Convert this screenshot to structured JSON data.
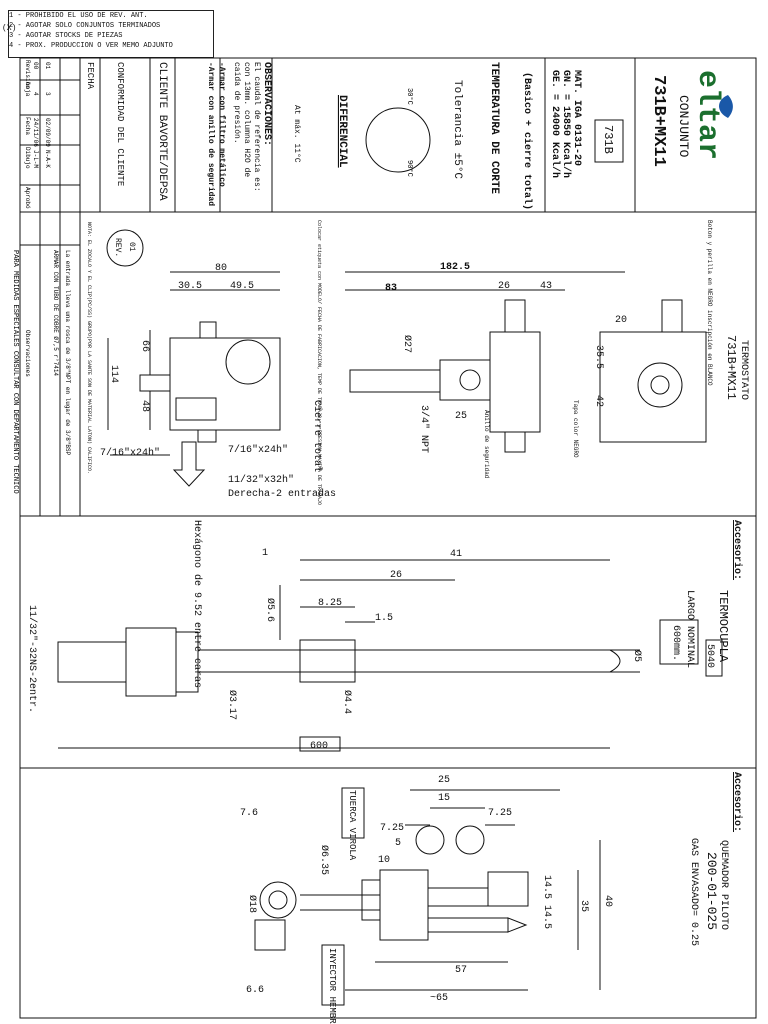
{
  "legend": {
    "marker": "(X)",
    "items": [
      "1 - PROHIBIDO EL USO DE REV. ANT.",
      "2 - AGOTAR SOLO CONJUNTOS TERMINADOS",
      "3 - AGOTAR STOCKS DE PIEZAS",
      "4 - PROX. PRODUCCION O VER MEMO ADJUNTO"
    ]
  },
  "title_block": {
    "logo": "eltar",
    "conjunto_label": "CONJUNTO",
    "model": "731B+MX11",
    "code_box": "731B",
    "mat_lines": [
      "MAT. IGA 0131-20",
      "GN. = 15850 Kcal/h",
      "GE. = 24000 Kcal/h"
    ],
    "basico": "(Basico + cierre total)",
    "temp_title": "TEMPERATURA DE CORTE",
    "tolerancia": "Tolerancia ±5°C",
    "dial_left": "30°C",
    "dial_right": "90°C",
    "diferencial": "DIFERENCIAL",
    "max_diff": "At máx. 11°C",
    "obs_title": "OBSERVACIONES:",
    "obs_lines": [
      "El caudal de referencia es:",
      "con 13mm. columna H2O de",
      "caida de presión.",
      "-Armar con filtro metálico",
      "-Armar con anillo de seguridad"
    ],
    "cliente": "CLIENTE BAVORTE/DEPSA",
    "conformidad": "CONFORMIDAD DEL CLIENTE",
    "fecha": "FECHA",
    "revisions": [
      {
        "rev": "01",
        "n": "3",
        "fecha": "02/09/09",
        "dibujo": "N-A-K",
        "obs": "La entrada lleva una rosca de 3/8\"NPT en lugar de 3/8\"BSP"
      },
      {
        "rev": "00",
        "n": "4",
        "fecha": "24/11/06",
        "dibujo": "J-L-M",
        "obs": "ARMAR CON TUBO DE COBRE Ø7,5 r°7414"
      }
    ],
    "rev_headers": [
      "Revisión",
      "hoja",
      "Fecha",
      "Dibujo",
      "Aprobó",
      "Observaciones"
    ],
    "footer": "PARA MEDIDAS ESPECIALES CONSULTAR CON DEPARTAMENTO TECNICO"
  },
  "drawing_top": {
    "nota": "NOTA: EL ZOCALO Y EL CLIP(PC/SS) GRUPO(POR LA SANTE SON DE MATERIAL LATON) CALIFICO.",
    "etiqueta": "Colocar etiqueta con MODELO/ FECHA DE FABRICACION, TEMP DE TRABAJO, y PRESION MAXIMA DE TRABAJO",
    "rev_label": "REV.",
    "rev_num": "01",
    "dims": {
      "d80": "80",
      "d30_5": "30.5",
      "d49_5": "49.5",
      "d66": "66",
      "d114": "114",
      "d48": "48",
      "d182_5": "182.5",
      "d83": "83",
      "d26": "26",
      "d43": "43",
      "d27": "Ø27",
      "d25": "25",
      "d20": "20",
      "d35_5": "35.5",
      "d42": "42"
    },
    "threads": {
      "left": "7/16\"x24h\"",
      "mid": "7/16\"x24h\"",
      "right": "11/32\"x32h\"",
      "entr": "Derecha-2 entradas",
      "npt": "3/4\" NPT"
    },
    "cierre": "Cierre total",
    "anillo": "Anillo de seguridad",
    "tapa": "Tapa color NEGRO",
    "boton": "Boton y perilla en NEGRO inscripción en BLANCO",
    "termostato_label": "TERMOSTATO",
    "termostato_model": "731B+MX11"
  },
  "drawing_mid": {
    "accesorio": "Accesorio:",
    "name": "TERMOCUPLA",
    "code": "5040",
    "largo": "LARGO NOMINAL",
    "largo_val": "600mm.",
    "dims": {
      "d41": "41",
      "d26": "26",
      "d8_25": "8.25",
      "d1_5": "1.5",
      "d1": "1",
      "d5_6": "Ø5.6",
      "d4_4": "Ø4.4",
      "d3_17": "Ø3.17",
      "d5": "Ø5",
      "d600": "600"
    },
    "hex": "Hexágono de 9.52 entre caras",
    "thread": "11/32\"-32NS-2entr."
  },
  "drawing_bot": {
    "accesorio": "Accesorio:",
    "name": "QUEMADOR PILOTO",
    "code": "200-01-025",
    "gas": "GAS ENVASADO= 0.25",
    "tuerca": "TUERCA VIROLA",
    "inyector": "INYECTOR HEMBRA",
    "dims": {
      "d25": "25",
      "d15": "15",
      "d7_25a": "7.25",
      "d7_25b": "7.25",
      "d5": "5",
      "d10": "10",
      "d7_6": "7.6",
      "d6_35": "Ø6.35",
      "d18": "Ø18",
      "d6_6": "6.6",
      "d14_5a": "14.5",
      "d14_5b": "14.5",
      "d35": "35",
      "d40": "40",
      "d57": "57",
      "d65": "~65"
    }
  }
}
